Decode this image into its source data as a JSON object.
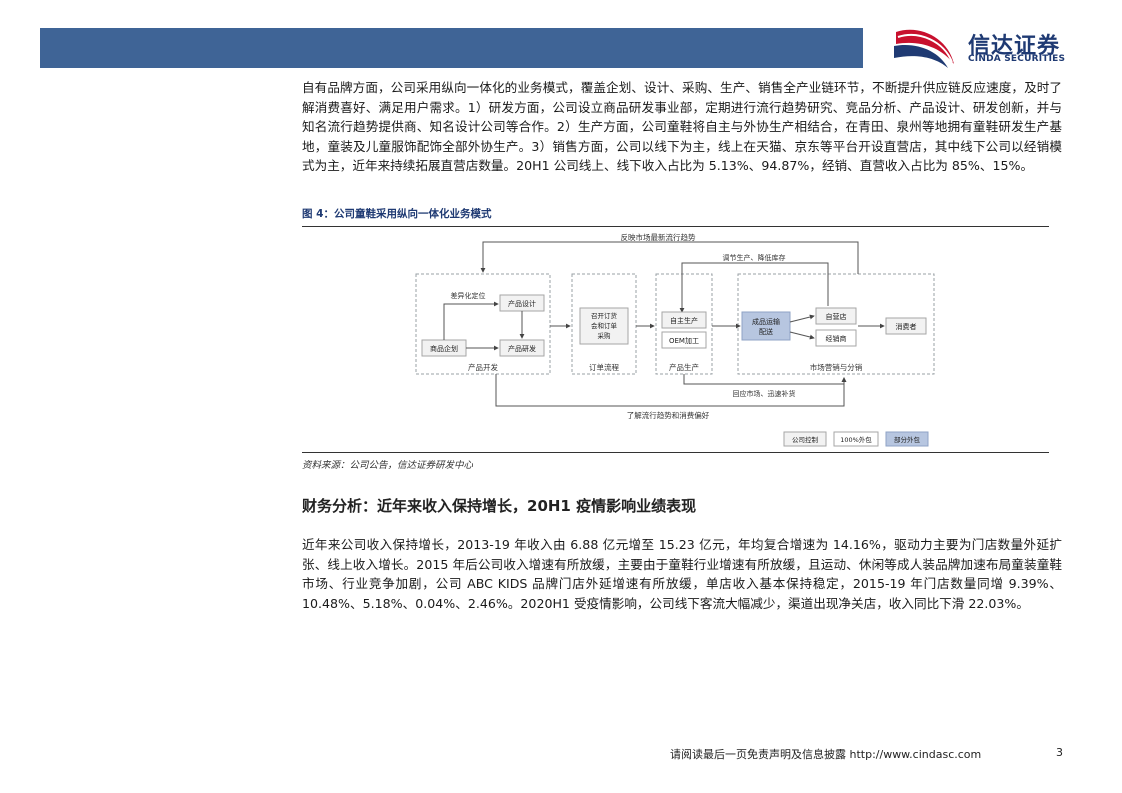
{
  "brand": {
    "name_cn": "信达证券",
    "name_en": "CINDA SECURITIES",
    "colors": {
      "bar": "#3f6496",
      "logo_blue": "#1f3a73",
      "logo_red": "#c8102e"
    }
  },
  "body": {
    "paragraph1": "自有品牌方面，公司采用纵向一体化的业务模式，覆盖企划、设计、采购、生产、销售全产业链环节，不断提升供应链反应速度，及时了解消费喜好、满足用户需求。1）研发方面，公司设立商品研发事业部，定期进行流行趋势研究、竞品分析、产品设计、研发创新，并与知名流行趋势提供商、知名设计公司等合作。2）生产方面，公司童鞋将自主与外协生产相结合，在青田、泉州等地拥有童鞋研发生产基地，童装及儿童服饰配饰全部外协生产。3）销售方面，公司以线下为主，线上在天猫、京东等平台开设直营店，其中线下公司以经销模式为主，近年来持续拓展直营店数量。20H1 公司线上、线下收入占比为 5.13%、94.87%，经销、直营收入占比为 85%、15%。",
    "figure_title": "图 4：公司童鞋采用纵向一体化业务模式",
    "source": "资料来源：公司公告，信达证券研发中心",
    "section_heading": "财务分析：近年来收入保持增长，20H1 疫情影响业绩表现",
    "paragraph2": "近年来公司收入保持增长，2013-19 年收入由 6.88 亿元增至 15.23 亿元，年均复合增速为 14.16%，驱动力主要为门店数量外延扩张、线上收入增长。2015 年后公司收入增速有所放缓，主要由于童鞋行业增速有所放缓，且运动、休闲等成人装品牌加速布局童装童鞋市场、行业竞争加剧，公司 ABC KIDS 品牌门店外延增速有所放缓，单店收入基本保持稳定，2015-19 年门店数量同增 9.39%、10.48%、5.18%、0.04%、2.46%。2020H1 受疫情影响，公司线下客流大幅减少，渠道出现净关店，收入同比下滑 22.03%。"
  },
  "diagram": {
    "top_feedback": "反映市场最新流行趋势",
    "adjust_label": "调节生产、降低库存",
    "diff_label": "差异化定位",
    "nodes": {
      "plan": "商品企划",
      "design": "产品设计",
      "rd": "产品研发",
      "order": [
        "召开订货",
        "会和订单",
        "采购"
      ],
      "self_prod": "自主生产",
      "oem": "OEM加工",
      "logistics": [
        "成品运输",
        "配送"
      ],
      "direct": "自营店",
      "dealer": "经销商",
      "consumer": "消费者"
    },
    "groups": {
      "dev": "产品开发",
      "order": "订单流程",
      "prod": "产品生产",
      "market": "市场营销与分销"
    },
    "bottom_mid": "回应市场、迅速补货",
    "bottom_low": "了解流行趋势和消费偏好",
    "legend": [
      "公司控制",
      "100%外包",
      "部分外包"
    ],
    "colors": {
      "box_fill": "#f2f2f2",
      "box_stroke": "#a6a6a6",
      "highlight": "#b7c6e0",
      "dash": "#9aa0a6",
      "arrow": "#444444"
    }
  },
  "footer": {
    "disclaimer": "请阅读最后一页免责声明及信息披露 http://www.cindasc.com",
    "page": "3"
  }
}
